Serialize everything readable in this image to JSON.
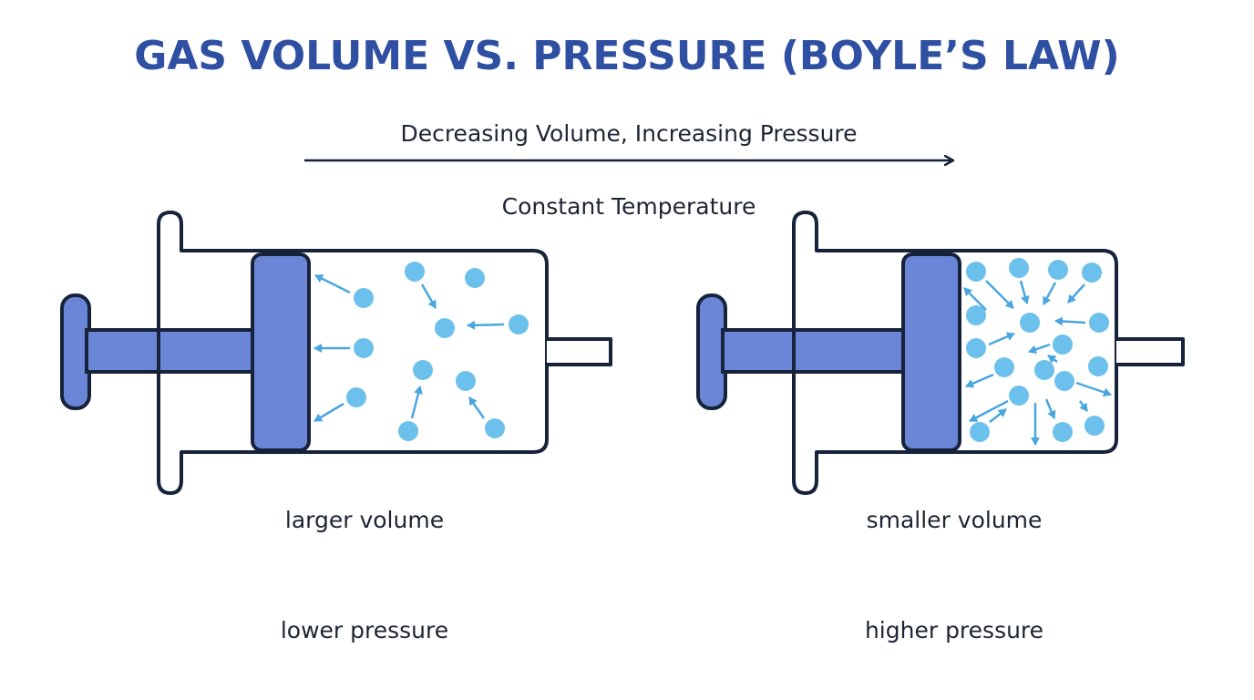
{
  "title": "GAS VOLUME VS. PRESSURE (BOYLE’S LAW)",
  "direction_label": "Decreasing Volume, Increasing Pressure",
  "condition_label": "Constant Temperature",
  "left_syringe": {
    "volume_label": "larger volume",
    "pressure_label": "lower pressure"
  },
  "right_syringe": {
    "volume_label": "smaller volume",
    "pressure_label": "higher pressure"
  },
  "colors": {
    "title": "#2f4fa2",
    "outline": "#16233a",
    "plunger": "#6b86d6",
    "particle": "#6cc0ec",
    "arrow": "#4aa6df",
    "text": "#1d2533"
  }
}
